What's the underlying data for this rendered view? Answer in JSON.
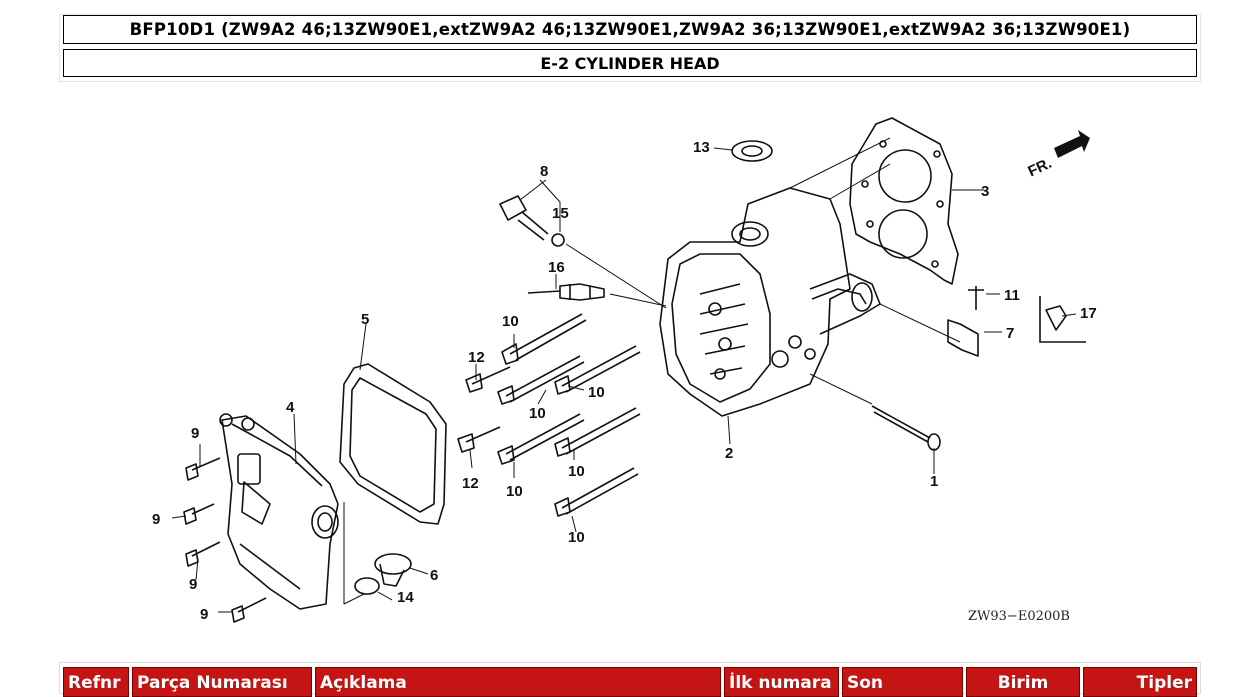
{
  "header": {
    "model_title": "BFP10D1 (ZW9A2 46;13ZW90E1,extZW9A2 46;13ZW90E1,ZW9A2 36;13ZW90E1,extZW9A2 36;13ZW90E1)",
    "section_title": "E-2 CYLINDER HEAD"
  },
  "diagram": {
    "ref_code": "ZW93−E0200B",
    "direction_label": "FR.",
    "callouts": [
      "1",
      "2",
      "3",
      "4",
      "5",
      "6",
      "7",
      "8",
      "9",
      "9",
      "9",
      "9",
      "10",
      "10",
      "10",
      "10",
      "10",
      "10",
      "11",
      "12",
      "12",
      "13",
      "14",
      "15",
      "16",
      "17"
    ]
  },
  "table": {
    "headers": [
      "Refnr",
      "Parça Numarası",
      "Açıklama",
      "İlk numara",
      "Son",
      "Birim",
      "Tipler"
    ]
  },
  "colors": {
    "header_bg": "#c41414",
    "line": "#111111"
  }
}
